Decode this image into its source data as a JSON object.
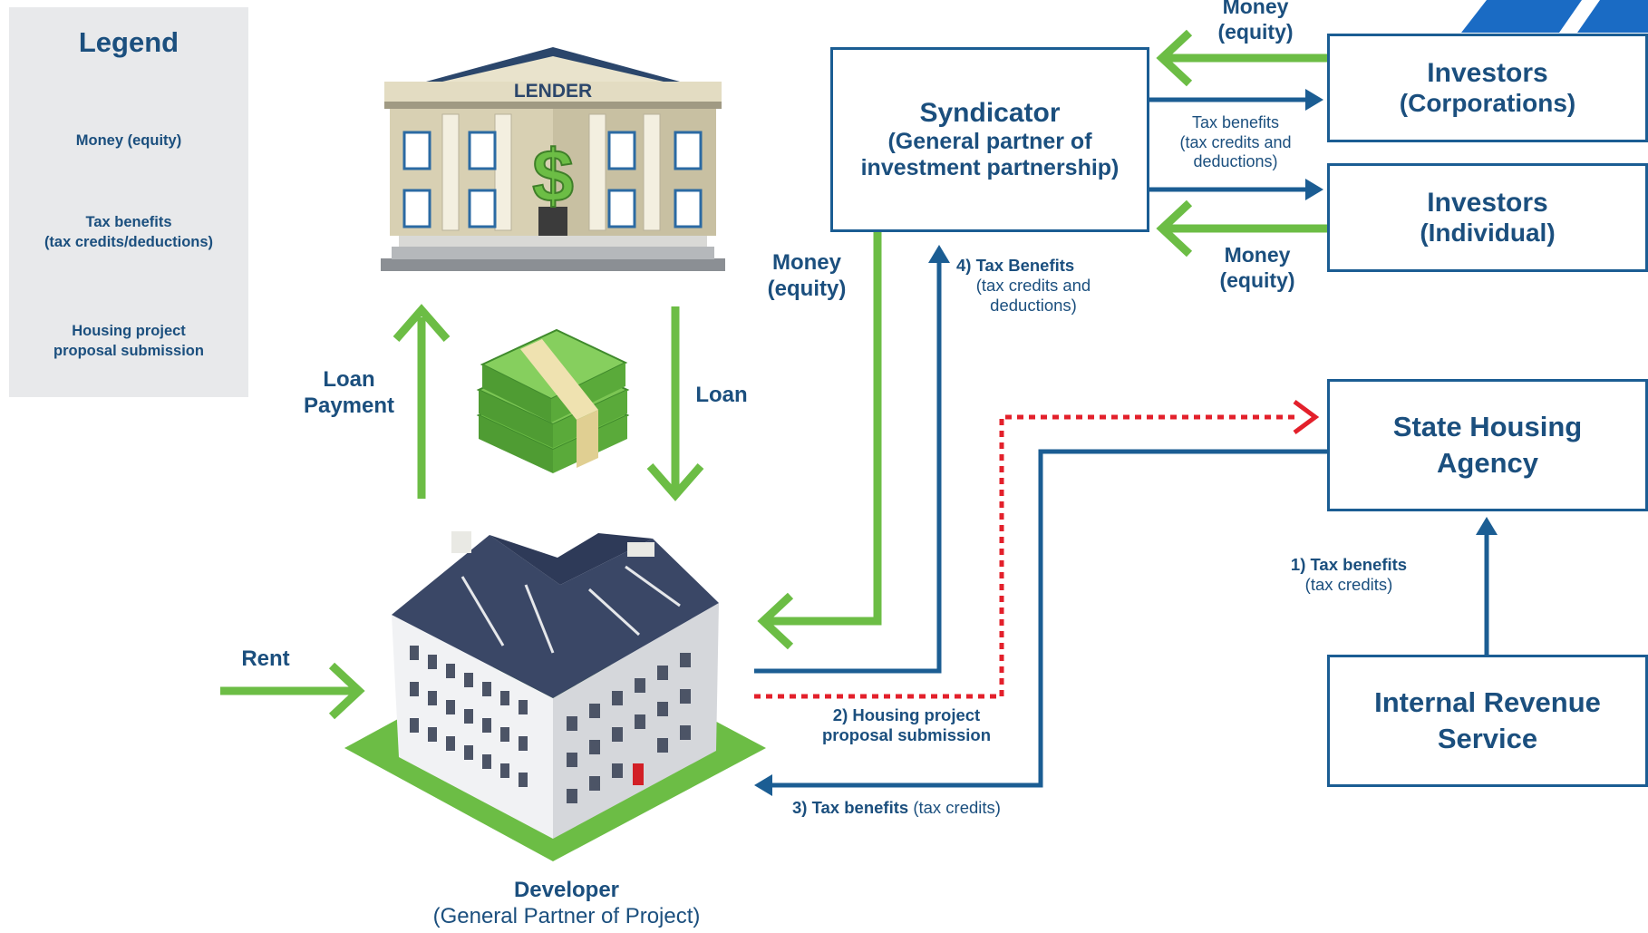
{
  "legend": {
    "title": "Legend",
    "items": [
      {
        "label": "Money (equity)",
        "color": "#6cbd45",
        "style": "solid"
      },
      {
        "label": "Tax benefits\n(tax credits/deductions)",
        "color": "#1b5d93",
        "style": "solid"
      },
      {
        "label": "Housing project\nproposal submission",
        "color": "#e3202b",
        "style": "dotted"
      }
    ]
  },
  "nodes": {
    "lender": {
      "sign": "LENDER",
      "icon": "bank-building-icon"
    },
    "developer": {
      "title": "Developer",
      "subtitle": "(General Partner of Project)",
      "icon": "apartment-building-icon"
    },
    "syndicator": {
      "title": "Syndicator",
      "subtitle": "(General partner of\ninvestment partnership)"
    },
    "investors_corp": {
      "title": "Investors",
      "subtitle": "(Corporations)"
    },
    "investors_ind": {
      "title": "Investors",
      "subtitle": "(Individual)"
    },
    "state_agency": {
      "title": "State Housing\nAgency"
    },
    "irs": {
      "title": "Internal Revenue\nService"
    }
  },
  "flows": {
    "loan_payment": "Loan\nPayment",
    "loan": "Loan",
    "rent": "Rent",
    "money_syndicator_developer": "Money\n(equity)",
    "tax_benefits_4": "4) Tax Benefits",
    "tax_benefits_4_sub": "(tax credits and\ndeductions)",
    "money_corp": "Money\n(equity)",
    "tax_benefits_investors": "Tax benefits\n(tax credits and\ndeductions)",
    "money_ind": "Money\n(equity)",
    "housing_proposal_2": "2) Housing project\nproposal submission",
    "tax_benefits_3": "3) Tax benefits",
    "tax_benefits_3_sub": "(tax credits)",
    "tax_benefits_1": "1) Tax benefits",
    "tax_benefits_1_sub": "(tax credits)"
  },
  "colors": {
    "money": "#6cbd45",
    "tax": "#1b5d93",
    "proposal": "#e3202b",
    "text": "#1b4f7e",
    "corner_accent": "#1a6bc4"
  }
}
